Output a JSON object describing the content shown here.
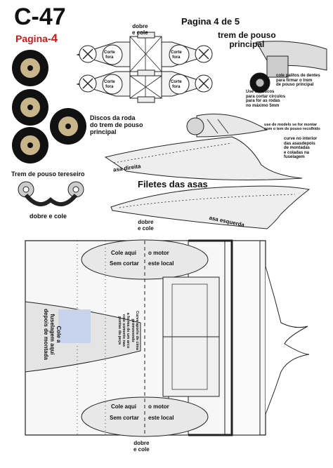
{
  "header": {
    "model": "C-47",
    "page_label": "Pagina-",
    "page_number": "4",
    "page_of": "Pagina 4 de 5",
    "accent_color": "#d01818"
  },
  "gear_section": {
    "fold_glue_top": "dobre\ne cole",
    "cut_out": "Corte\nfora",
    "title": "trem de pouso\nprincipal",
    "toothpick_note": "cole palitos de dentes\npara firmar o trem\nde pouso principal",
    "disc_note": "Use os discos\npara cortar círculos\npara for as rodas\nno máximo 5mm",
    "model_note": "use de modelo se for montar\ncom o tem de pouso recolhido",
    "curve_note": "curve no interior\ndas asasdepois\nde montadas\ne coladas na\nfuselagem",
    "wheel_discs": "Discos da roda\ndo trem de pouso\nprincipal",
    "tail_gear": "Trem de pouso tereseiro",
    "fold_glue_tail": "dobre e cole"
  },
  "fillet_section": {
    "title": "Filetes das asas",
    "right_wing": "asa direita",
    "left_wing": "asa esquerda",
    "fold_glue": "dobre\ne cole"
  },
  "fuselage_section": {
    "glue_here": "Cole aqui",
    "no_cut": "Sem cortar",
    "motor": "o motor",
    "this_place": "este local",
    "glue_fuselage": "Cole a\nfuselagem aqui\ndepois de montada",
    "curve_note": "Curve aporte de cima\npromovendo\na forma de um arco\ncole somente nas\npontas da peça",
    "fold_glue_bottom": "dobre\ne cole"
  }
}
